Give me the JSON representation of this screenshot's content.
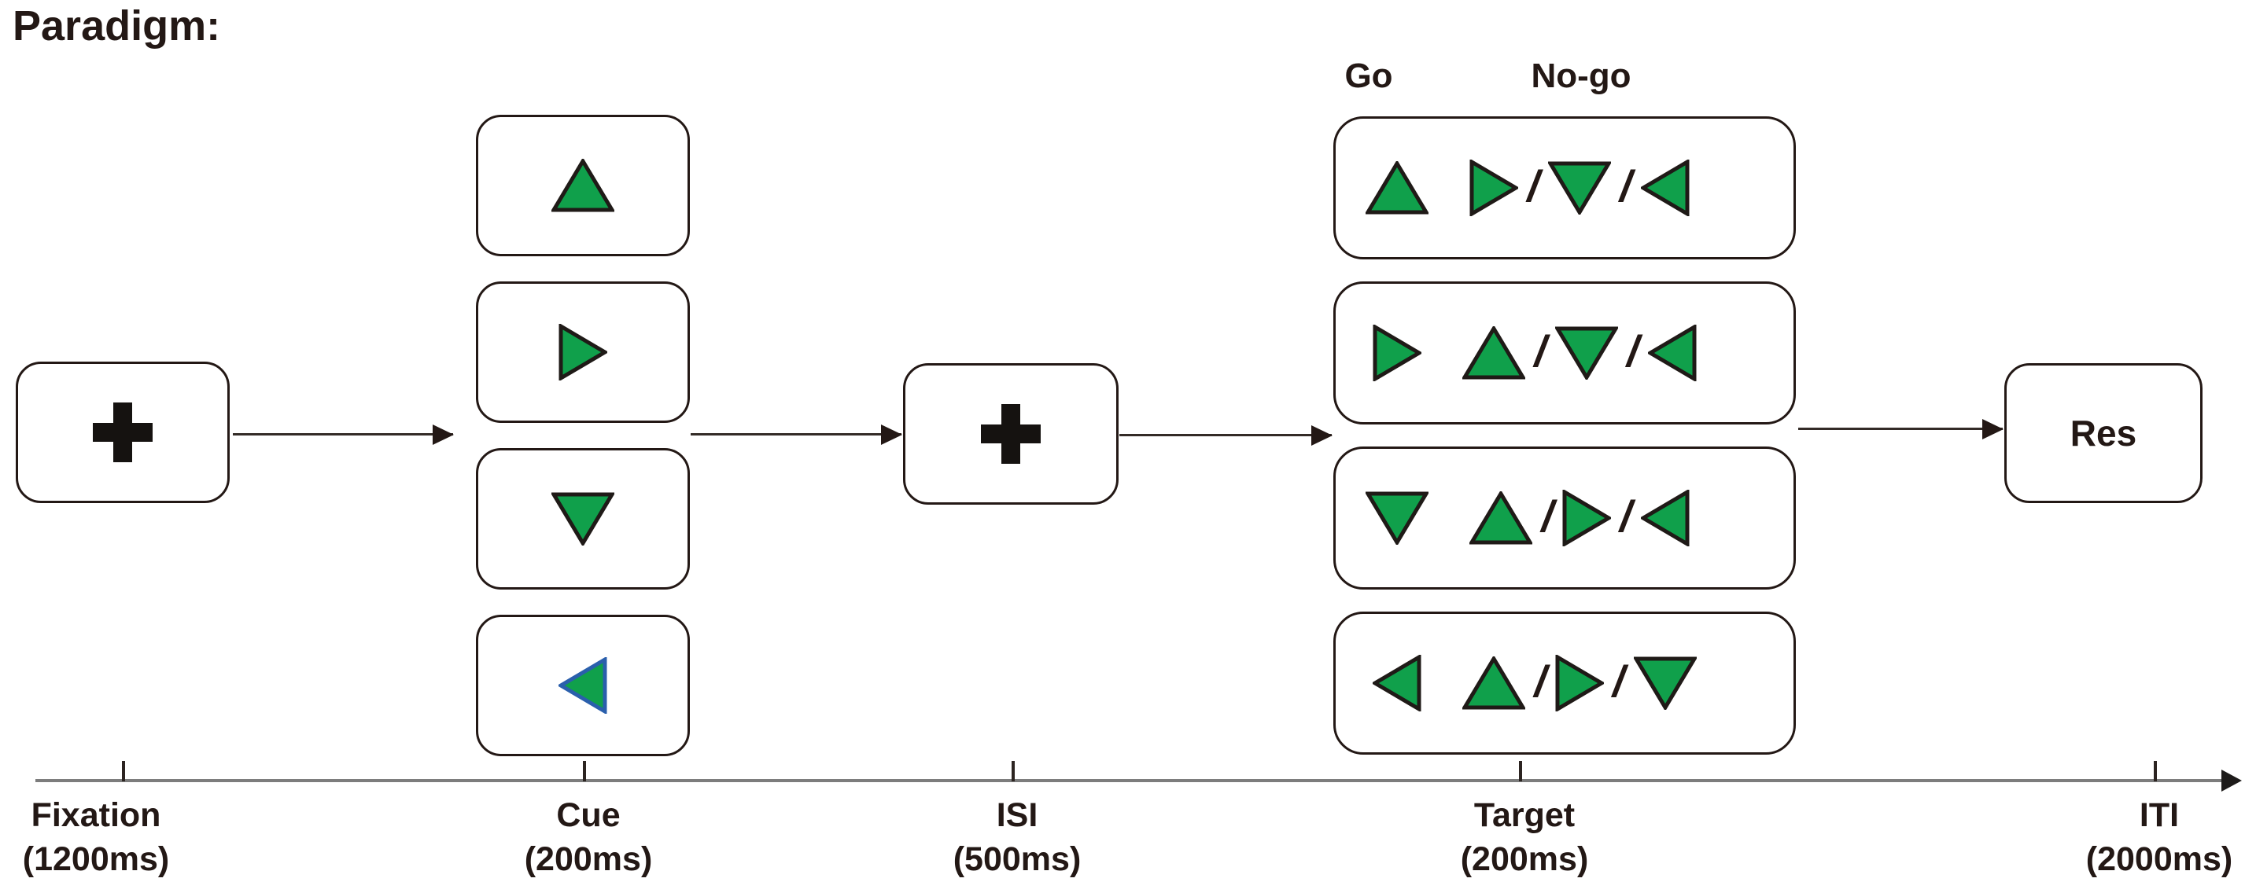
{
  "title": "Paradigm:",
  "colors": {
    "ink": "#231815",
    "triangle_fill": "#10A04B",
    "triangle_outline": "#1f1a17",
    "blue_outline": "#2A5FAC",
    "cross": "#151210",
    "timeline_line": "#7d7d7d",
    "arrow": "#332b27"
  },
  "fixation": {
    "icon": "cross"
  },
  "isi": {
    "icon": "cross"
  },
  "cue": {
    "items": [
      {
        "direction": "up",
        "outline": "ink"
      },
      {
        "direction": "right",
        "outline": "ink"
      },
      {
        "direction": "down",
        "outline": "ink"
      },
      {
        "direction": "left",
        "outline": "blue"
      }
    ]
  },
  "target": {
    "go_label": "Go",
    "nogo_label": "No-go",
    "separator": "/",
    "rows": [
      {
        "go": "up",
        "nogo": [
          "right",
          "down",
          "left"
        ]
      },
      {
        "go": "right",
        "nogo": [
          "up",
          "down",
          "left"
        ]
      },
      {
        "go": "down",
        "nogo": [
          "up",
          "right",
          "left"
        ]
      },
      {
        "go": "left",
        "nogo": [
          "up",
          "right",
          "down"
        ]
      }
    ]
  },
  "response": {
    "label": "Res"
  },
  "timeline": {
    "stages": [
      {
        "name": "Fixation",
        "duration": "(1200ms)"
      },
      {
        "name": "Cue",
        "duration": "(200ms)"
      },
      {
        "name": "ISI",
        "duration": "(500ms)"
      },
      {
        "name": "Target",
        "duration": "(200ms)"
      },
      {
        "name": "ITI",
        "duration": "(2000ms)"
      }
    ]
  }
}
